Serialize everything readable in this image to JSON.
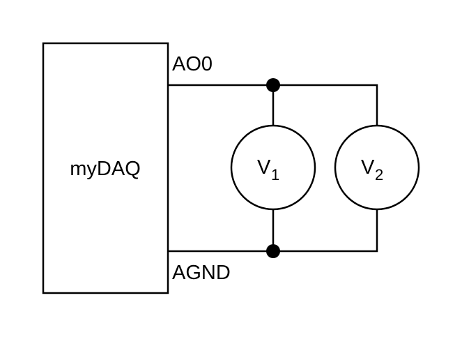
{
  "diagram": {
    "device": {
      "label": "myDAQ"
    },
    "terminals": {
      "top": "AO0",
      "bottom": "AGND"
    },
    "voltmeters": [
      {
        "symbol": "V",
        "subscript": "1"
      },
      {
        "symbol": "V",
        "subscript": "2"
      }
    ],
    "colors": {
      "stroke": "#000000",
      "background": "#ffffff"
    }
  }
}
